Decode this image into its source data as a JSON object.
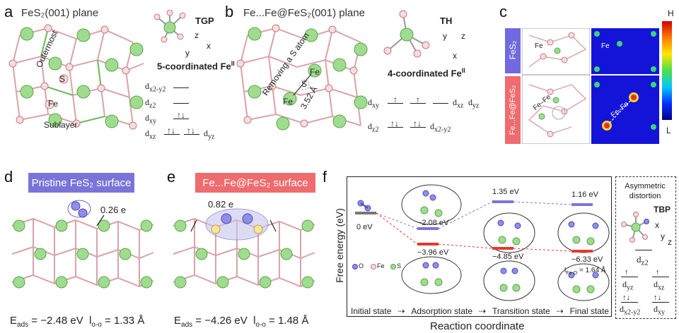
{
  "panel_a": {
    "letter": "a",
    "title": "FeS₂(001) plane",
    "geometry": "TGP",
    "coordination": "5-coordinated Fe",
    "coordination_sup": "II",
    "outermost": "Outermost",
    "s_label": "S",
    "fe_label": "Fe",
    "sublayer": "Sublayer",
    "axes": {
      "z": "z",
      "y": "y",
      "x": "x"
    },
    "orbitals": {
      "dx2y2": "d",
      "dx2y2_sub": "x2-y2",
      "dz2": "d",
      "dz2_sub": "z2",
      "dxy": "d",
      "dxy_sub": "xy",
      "dxz": "d",
      "dxz_sub": "xz",
      "dyz": "d",
      "dyz_sub": "yz"
    }
  },
  "panel_b": {
    "letter": "b",
    "title": "Fe...Fe@FeS₂(001) plane",
    "geometry": "TH",
    "coordination": "4-coordinated Fe",
    "coordination_sup": "II",
    "removing": "Removing a S atom",
    "distance": "3.52 Å",
    "s_label": "S",
    "fe_top": "Fe",
    "fe_bottom": "Fe",
    "axes": {
      "y": "y",
      "z": "z",
      "x": "x"
    },
    "orbitals": {
      "dxy": "d",
      "dxy_sub": "xy",
      "dxz": "d",
      "dxz_sub": "xz",
      "dyz": "d",
      "dyz_sub": "yz",
      "dz2": "d",
      "dz2_sub": "z2",
      "dx2y2": "d",
      "dx2y2_sub": "x2-y2"
    }
  },
  "panel_c": {
    "letter": "c",
    "row1_label": "FeS₂",
    "row2_label": "Fe...Fe@FeS₂",
    "fe_label": "Fe",
    "fefe_label": "Fe–Fe",
    "colorbar_high": "H",
    "colorbar_low": "L"
  },
  "panel_d": {
    "letter": "d",
    "title": "Pristine FeS₂ surface",
    "charge": "0.26 e",
    "energy": "E",
    "energy_sub": "ads",
    "energy_value": " = −2.48 eV",
    "bond": "l",
    "bond_sub": "o-o",
    "bond_value": " = 1.33 Å"
  },
  "panel_e": {
    "letter": "e",
    "title": "Fe...Fe@FeS₂ surface",
    "charge": "0.82 e",
    "energy": "E",
    "energy_sub": "ads",
    "energy_value": " = −4.26 eV",
    "bond": "l",
    "bond_sub": "o-o",
    "bond_value": " = 1.48 Å"
  },
  "panel_f": {
    "letter": "f",
    "ylabel": "Free energy (eV)",
    "xlabel": "Reaction coordinate",
    "states": [
      "Initial state",
      "Adsorption state",
      "Transition state",
      "Final state"
    ],
    "purple_levels": [
      "−2.08 eV",
      "1.35 eV",
      "1.16 eV"
    ],
    "red_levels": [
      "−3.96 eV",
      "−4.85 eV",
      "−6.33 eV"
    ],
    "initial_level": "0 eV",
    "legend": {
      "o": "O",
      "fe": "Fe",
      "s": "S"
    },
    "bond_final": "l",
    "bond_final_sub": "Fe-O",
    "bond_final_value": " = 1.64 Å",
    "side": {
      "title_line1": "Asymmetric",
      "title_line2": "distortion",
      "geometry": "TBP",
      "axes": {
        "x": "x",
        "y": "y",
        "z": "z"
      },
      "dz2": "d",
      "dz2_sub": "z2",
      "dyz": "d",
      "dyz_sub": "yz",
      "dxz": "d",
      "dxz_sub": "xz",
      "dx2y2": "d",
      "dx2y2_sub": "x2-y2",
      "dxy": "d",
      "dxy_sub": "xy"
    }
  },
  "colors": {
    "fe": "#9fdc8f",
    "s": "#f2c9cc",
    "o": "#8f8fe6",
    "purple": "#7b74d8",
    "red": "#e33b2e",
    "pill_purple": "#7a74d9",
    "pill_red": "#ef6b6e"
  }
}
